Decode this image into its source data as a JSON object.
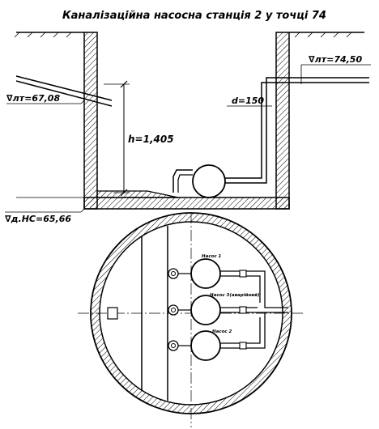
{
  "title": "Каналізаційна насосна станція 2 у точці 74",
  "levels": {
    "outlet_pipe": "∇лт=74,50",
    "inlet_pipe": "∇лт=67,08",
    "station_bottom": "∇д.НС=65,66"
  },
  "dimensions": {
    "height": "h=1,405",
    "diameter": "d=150"
  },
  "pumps": [
    {
      "label": "Насос 1"
    },
    {
      "label": "Насос 3(аварійний)"
    },
    {
      "label": "Насос 2"
    }
  ]
}
